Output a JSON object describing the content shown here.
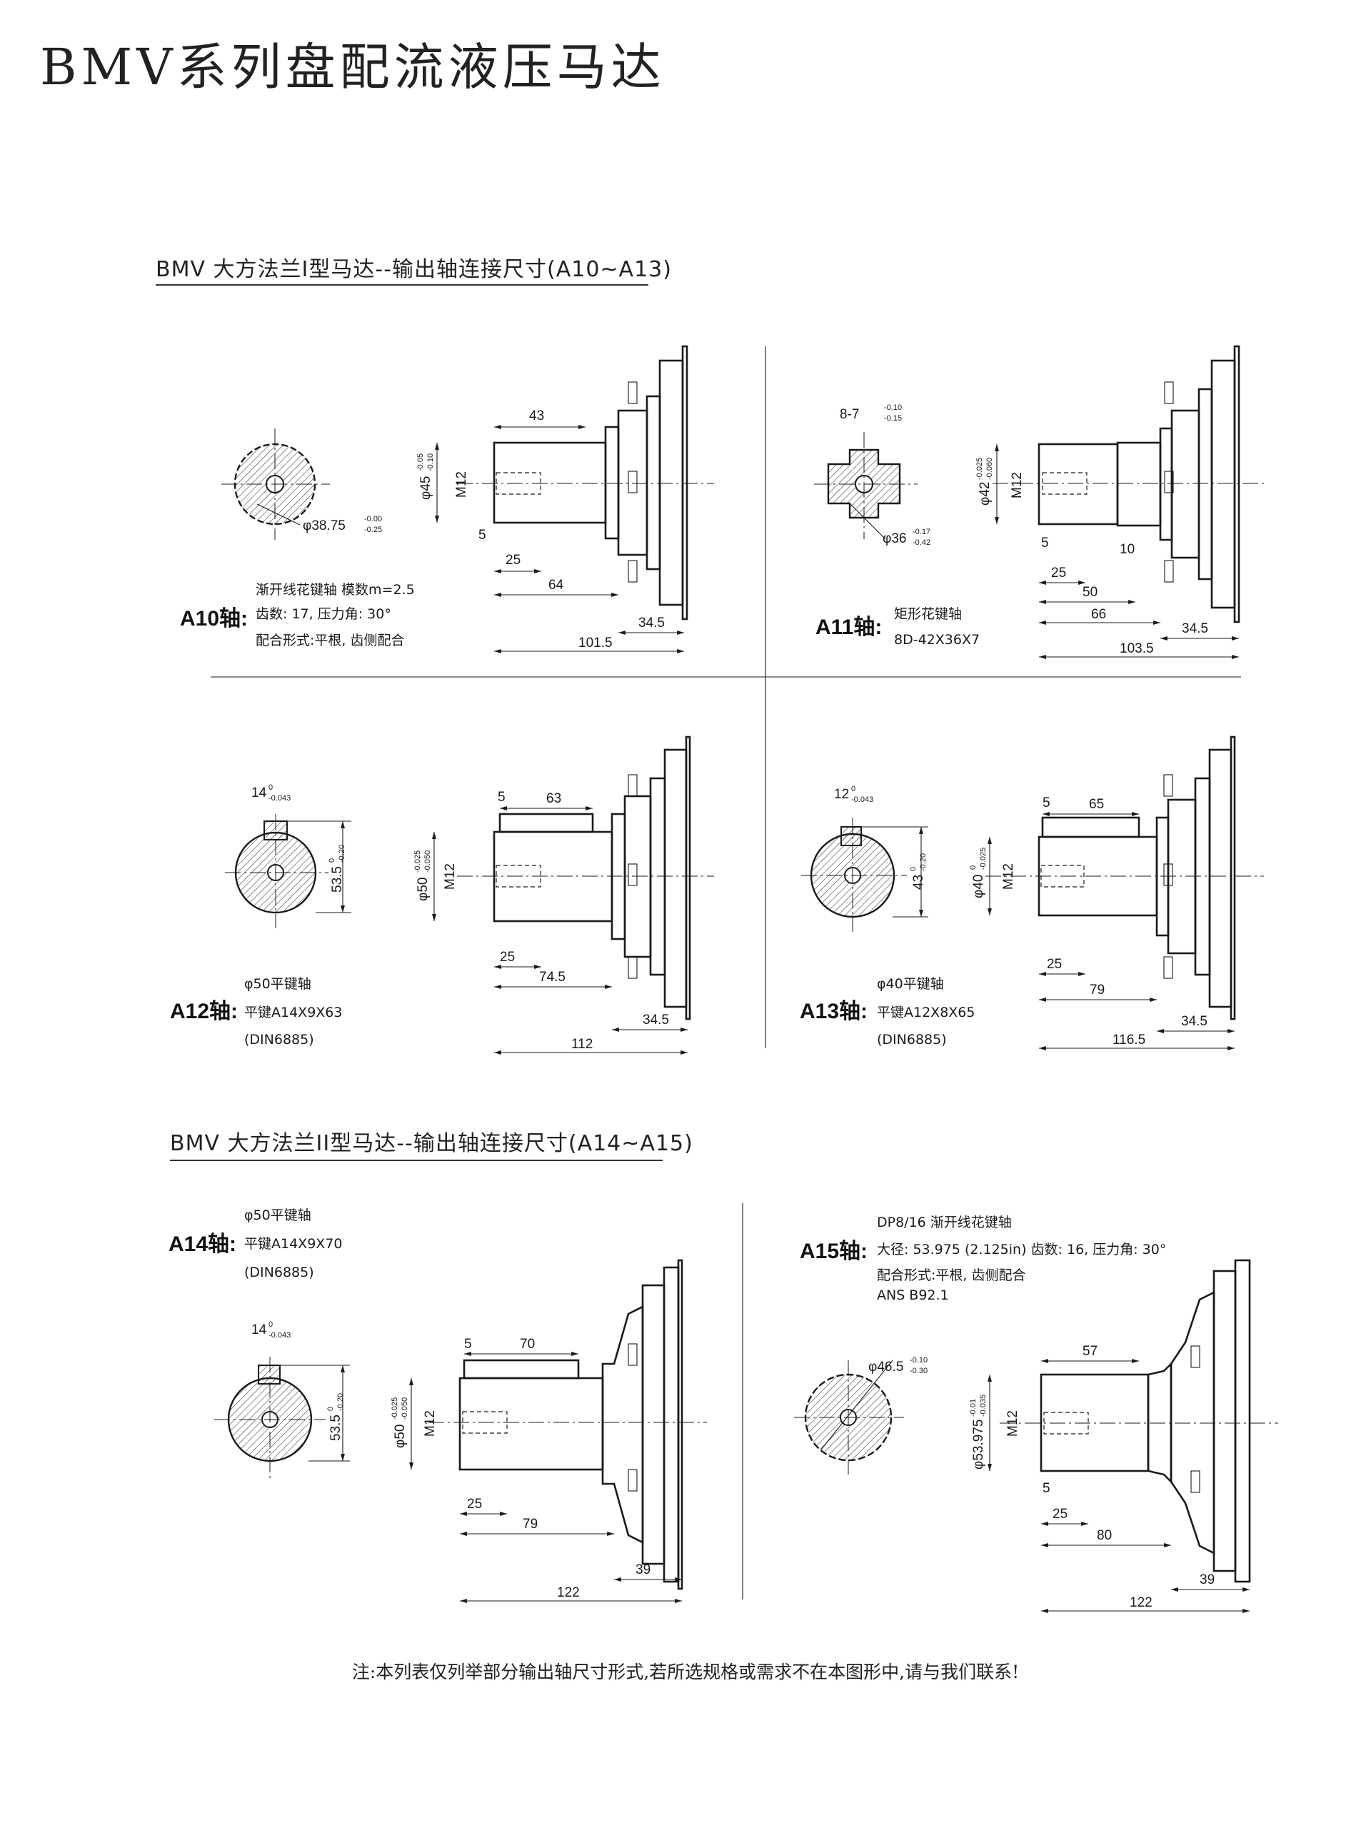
{
  "title": "BMV系列盘配流液压马达",
  "section1": {
    "title": "BMV 大方法兰I型马达--输出轴连接尺寸(A10~A13)"
  },
  "section2": {
    "title": "BMV 大方法兰II型马达--输出轴连接尺寸(A14~A15)"
  },
  "footnote": "注:本列表仅列举部分输出轴尺寸形式,若所选规格或需求不在本图形中,请与我们联系!",
  "a10": {
    "code": "A10轴:",
    "spec": [
      "渐开线花键轴  模数m=2.5",
      "齿数: 17, 压力角: 30°",
      "配合形式:平根, 齿侧配合"
    ],
    "end_dia": "φ38.75",
    "end_dia_tol": [
      "-0.00",
      "-0.25"
    ],
    "shaft_dia": "φ45",
    "shaft_dia_tol": [
      "-0.05",
      "-0.10"
    ],
    "thread": "M12",
    "dims": {
      "len": "43",
      "a": "5",
      "b": "25",
      "c": "64",
      "d": "34.5",
      "e": "101.5"
    }
  },
  "a11": {
    "code": "A11轴:",
    "spec": [
      "矩形花键轴",
      "8D-42X36X7"
    ],
    "key_w": "8-7",
    "key_w_tol": [
      "-0.10",
      "-0.15"
    ],
    "end_dia": "φ36",
    "end_dia_tol": [
      "-0.17",
      "-0.42"
    ],
    "shaft_dia": "φ42",
    "shaft_dia_tol": [
      "-0.025",
      "-0.060"
    ],
    "thread": "M12",
    "dims": {
      "a": "5",
      "f": "10",
      "b": "25",
      "g": "50",
      "h": "66",
      "d": "34.5",
      "e": "103.5"
    }
  },
  "a12": {
    "code": "A12轴:",
    "spec": [
      "φ50平键轴",
      "平键A14X9X63",
      "(DIN6885)"
    ],
    "key_w": "14",
    "key_w_tol": [
      "0",
      "-0.043"
    ],
    "key_h": "53.5",
    "key_h_tol": [
      "0",
      "-0.20"
    ],
    "shaft_dia": "φ50",
    "shaft_dia_tol": [
      "-0.025",
      "-0.050"
    ],
    "thread": "M12",
    "dims": {
      "a": "5",
      "len": "63",
      "b": "25",
      "c": "74.5",
      "d": "34.5",
      "e": "112"
    }
  },
  "a13": {
    "code": "A13轴:",
    "spec": [
      "φ40平键轴",
      "平键A12X8X65",
      "(DIN6885)"
    ],
    "key_w": "12",
    "key_w_tol": [
      "0",
      "-0.043"
    ],
    "key_h": "43",
    "key_h_tol": [
      "0",
      "-0.20"
    ],
    "shaft_dia": "φ40",
    "shaft_dia_tol": [
      "0",
      "-0.025"
    ],
    "thread": "M12",
    "dims": {
      "a": "5",
      "len": "65",
      "b": "25",
      "c": "79",
      "d": "34.5",
      "e": "116.5"
    }
  },
  "a14": {
    "code": "A14轴:",
    "spec": [
      "φ50平键轴",
      "平键A14X9X70",
      "(DIN6885)"
    ],
    "key_w": "14",
    "key_w_tol": [
      "0",
      "-0.043"
    ],
    "key_h": "53.5",
    "key_h_tol": [
      "0",
      "-0.20"
    ],
    "shaft_dia": "φ50",
    "shaft_dia_tol": [
      "-0.025",
      "-0.050"
    ],
    "thread": "M12",
    "dims": {
      "a": "5",
      "len": "70",
      "b": "25",
      "c": "79",
      "d": "39",
      "e": "122"
    }
  },
  "a15": {
    "code": "A15轴:",
    "spec": [
      "DP8/16 渐开线花键轴",
      "大径: 53.975 (2.125in) 齿数: 16, 压力角: 30°",
      "配合形式:平根, 齿侧配合",
      "ANS B92.1"
    ],
    "end_dia": "φ46.5",
    "end_dia_tol": [
      "-0.10",
      "-0.30"
    ],
    "shaft_dia": "φ53.975",
    "shaft_dia_tol": [
      "-0.01",
      "-0.035"
    ],
    "thread": "M12",
    "dims": {
      "len": "57",
      "a": "5",
      "b": "25",
      "c": "80",
      "d": "39",
      "e": "122"
    }
  }
}
